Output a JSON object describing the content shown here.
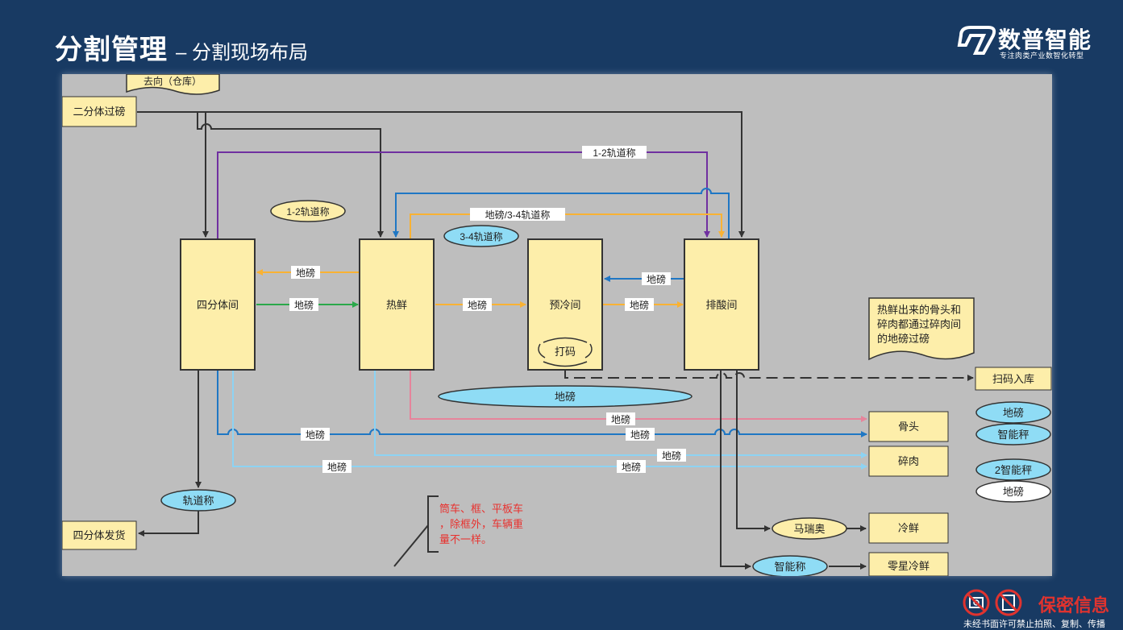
{
  "header": {
    "title": "分割管理",
    "subtitle": "– 分割现场布局"
  },
  "logo": {
    "brand": "数普智能",
    "tagline": "专注肉类产业数智化转型"
  },
  "rooms": {
    "quarter": "四分体间",
    "fresh": "热鲜",
    "precool": "预冷间",
    "acid": "排酸间"
  },
  "notes": {
    "destination": "去向（仓库）",
    "half_scale": "二分体过磅",
    "quarter_ship": "四分体发货",
    "scan_store": "扫码入库",
    "bone_note": "热鲜出来的骨头和碎肉都通过碎肉间的地磅过磅",
    "cart_note": "筒车、框、平板车，除框外，车辆重量不一样。"
  },
  "outputs": {
    "bone": "骨头",
    "minced": "碎肉",
    "chilled": "冷鲜",
    "retail": "零星冷鲜"
  },
  "ellipses": {
    "track12": "1-2轨道称",
    "track34": "3-4轨道称",
    "floor_scale": "地磅",
    "track_scale": "轨道称",
    "mario": "马瑞奥",
    "smart_scale_b": "智能称",
    "code_print": "打码"
  },
  "legend": {
    "scale": "地磅",
    "smart": "智能秤",
    "smart2": "2智能秤",
    "scale_white": "地磅"
  },
  "edge_labels": {
    "track12_top": "1-2轨道称",
    "scale34_top": "地磅/3-4轨道称",
    "floor": "地磅"
  },
  "confidential": {
    "label": "保密信息",
    "warning": "未经书面许可禁止拍照、复制、传播"
  },
  "colors": {
    "background": "#183a63",
    "canvas": "#bebebe",
    "box_fill": "#fdeeaa",
    "ellipse_fill": "#8fdcf5",
    "purple": "#7030a0",
    "blue": "#1f77c4",
    "orange": "#f9b233",
    "green": "#2aa84a",
    "pink": "#e6849b",
    "light_blue": "#8dd3f3",
    "dark": "#333333",
    "red_text": "#e8322f"
  }
}
